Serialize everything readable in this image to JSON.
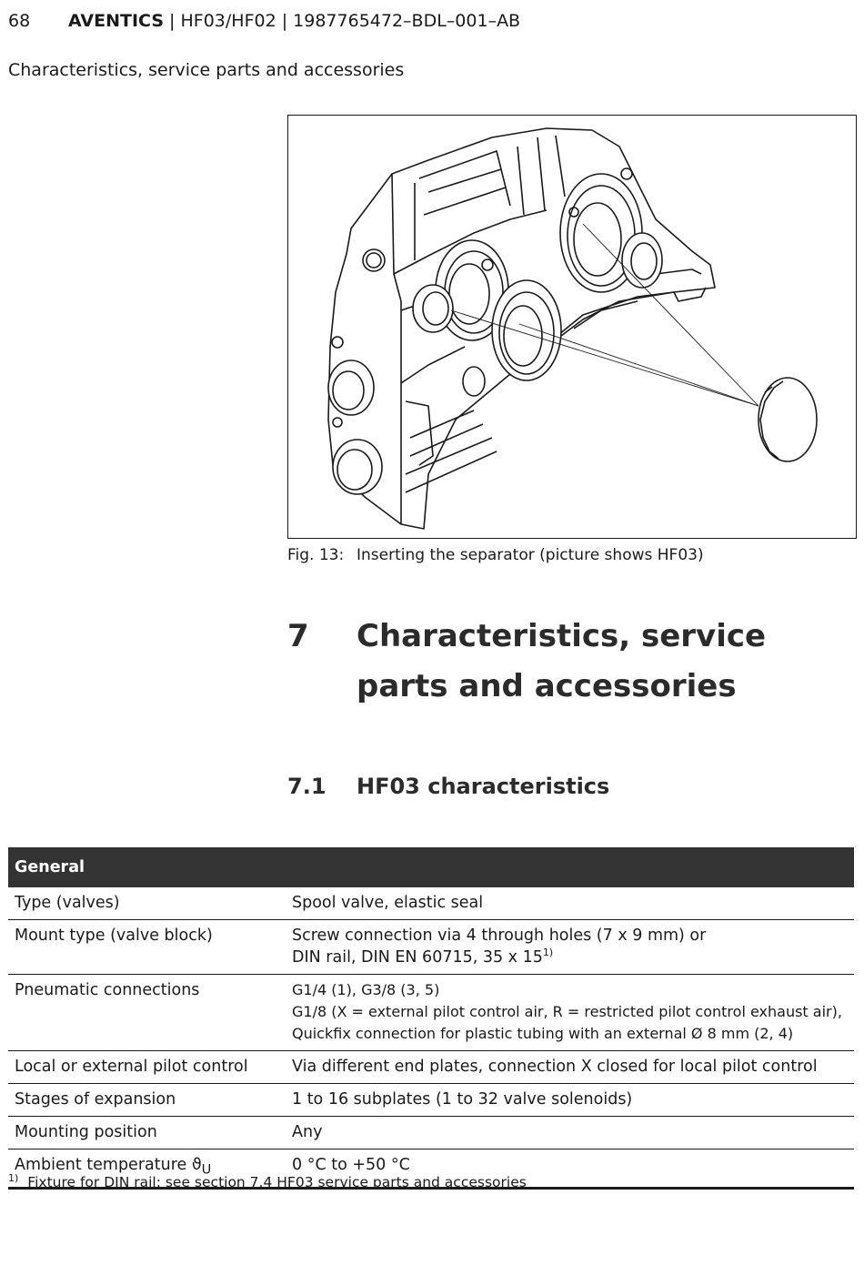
{
  "header": {
    "page_number": "68",
    "brand": "AVENTICS",
    "doc_id": " | HF03/HF02 | 1987765472–BDL–001–AB"
  },
  "section_running_title": "Characteristics, service parts and accessories",
  "figure": {
    "label": "Fig. 13:",
    "caption": "Inserting the separator (picture shows HF03)"
  },
  "chapter": {
    "number": "7",
    "title": "Characteristics, service parts and accessories"
  },
  "section": {
    "number": "7.1",
    "title": "HF03 characteristics"
  },
  "table": {
    "header": "General",
    "rows": [
      {
        "label": "Type (valves)",
        "value_lines": [
          "Spool valve, elastic seal"
        ]
      },
      {
        "label": "Mount type (valve block)",
        "value_lines": [
          "Screw connection via 4 through holes (7 x 9 mm) or",
          "DIN rail, DIN EN 60715, 35 x 15"
        ],
        "footnote_ref": "1)"
      },
      {
        "label": "Pneumatic connections",
        "value_lines": [
          "G1/4 (1), G3/8 (3, 5)",
          "G1/8 (X = external pilot control air, R = restricted pilot control exhaust air),",
          "Quickfix connection for plastic tubing with an external Ø 8 mm (2, 4)"
        ]
      },
      {
        "label": "Local or external pilot control",
        "value_lines": [
          "Via different end plates, connection X closed for local pilot control"
        ]
      },
      {
        "label": "Stages of expansion",
        "value_lines": [
          "1 to 16 subplates (1 to 32 valve solenoids)"
        ]
      },
      {
        "label": "Mounting position",
        "value_lines": [
          "Any"
        ]
      },
      {
        "label": "Ambient temperature ϑ",
        "label_sub": "U",
        "value_lines": [
          "0 °C to +50 °C"
        ]
      }
    ]
  },
  "footnote": {
    "mark": "1)",
    "text": "Fixture for DIN rail: see section 7.4 HF03 service parts and accessories"
  }
}
